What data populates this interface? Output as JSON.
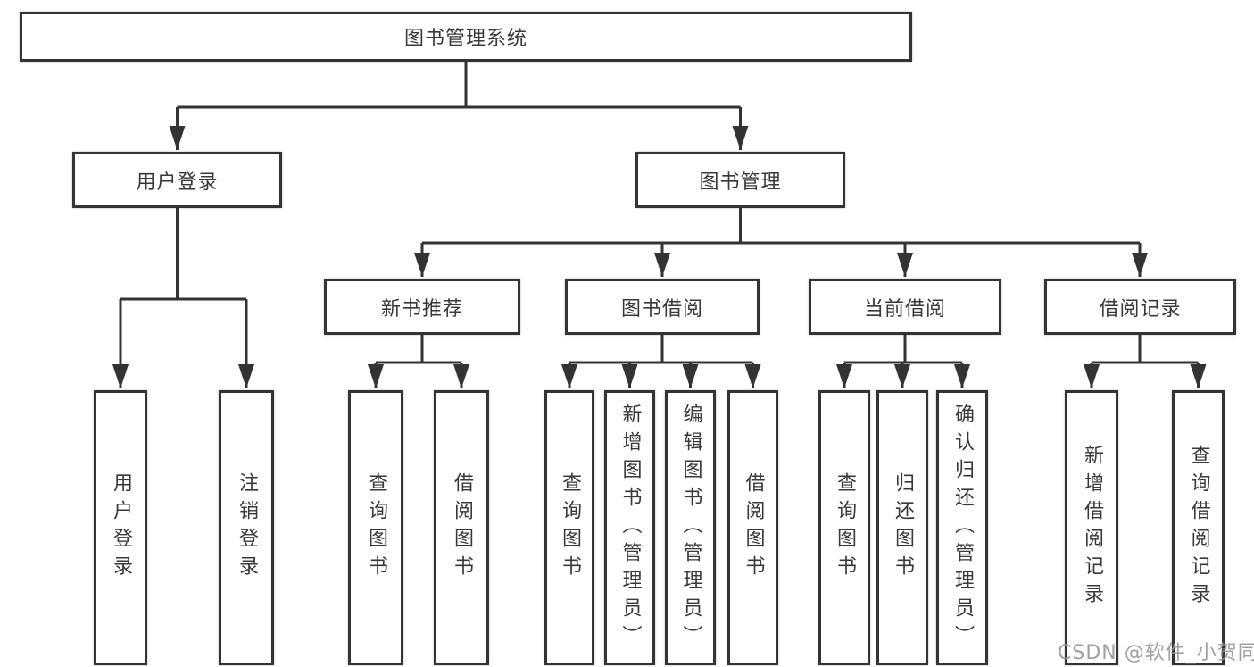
{
  "diagram_title": "图书管理系统",
  "colors": {
    "line": "#333333",
    "text": "#38383d",
    "box_background": "#ffffff",
    "watermark": "#969696"
  },
  "tree": {
    "root": {
      "label": "图书管理系统",
      "children": [
        {
          "label": "用户登录",
          "children": [
            {
              "label": "用户登录"
            },
            {
              "label": "注销登录"
            }
          ]
        },
        {
          "label": "图书管理",
          "children": [
            {
              "label": "新书推荐",
              "children": [
                {
                  "label": "查询图书"
                },
                {
                  "label": "借阅图书"
                }
              ]
            },
            {
              "label": "图书借阅",
              "children": [
                {
                  "label": "查询图书"
                },
                {
                  "label": "新增图书（管理员）"
                },
                {
                  "label": "编辑图书（管理员）"
                },
                {
                  "label": "借阅图书"
                }
              ]
            },
            {
              "label": "当前借阅",
              "children": [
                {
                  "label": "查询图书"
                },
                {
                  "label": "归还图书"
                },
                {
                  "label": "确认归还（管理员）"
                }
              ]
            },
            {
              "label": "借阅记录",
              "children": [
                {
                  "label": "新增借阅记录"
                },
                {
                  "label": "查询借阅记录"
                }
              ]
            }
          ]
        }
      ]
    }
  },
  "watermark": {
    "text": "CSDN @软件_小贺同学"
  }
}
